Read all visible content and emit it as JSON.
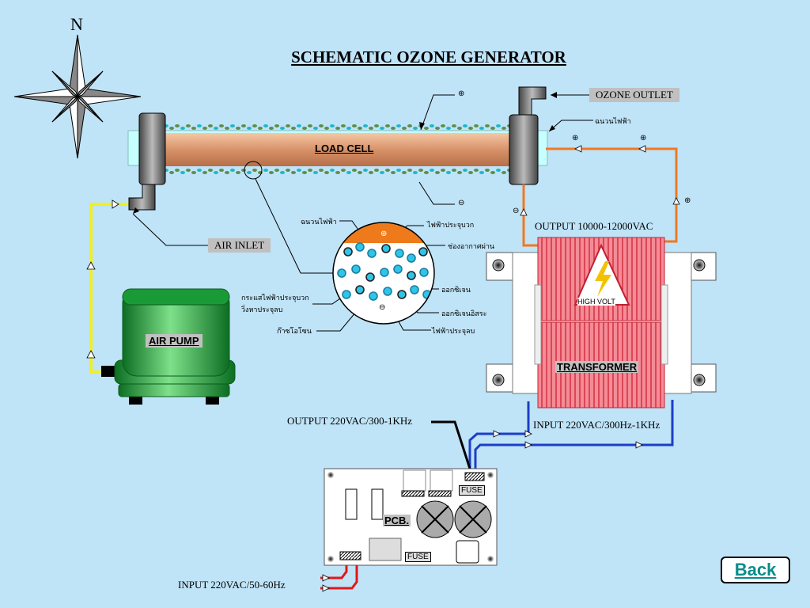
{
  "title": "SCHEMATIC OZONE GENERATOR",
  "compass": {
    "north_label": "N"
  },
  "load_cell": {
    "label": "LOAD CELL"
  },
  "ozone_outlet": {
    "label": "OZONE OUTLET"
  },
  "air_inlet": {
    "label": "AIR INLET"
  },
  "air_pump": {
    "label": "AIR PUMP"
  },
  "transformer": {
    "label": "TRANSFORMER",
    "output_label": "OUTPUT 10000-12000VAC",
    "input_label": "INPUT 220VAC/300Hz-1KHz",
    "warning_label": "HIGH VOLT"
  },
  "pcb": {
    "label": "PCB.",
    "fuse_labels": [
      "FUSE",
      "FUSE"
    ],
    "output_label": "OUTPUT 220VAC/300-1KHz",
    "input_label": "INPUT 220VAC/50-60Hz"
  },
  "detail_labels": {
    "insulator": "ฉนวนไฟฟ้า",
    "insulator_right": "ฉนวนไฟฟ้า",
    "positive_charge": "ไฟฟ้าประจุบวก",
    "air_gap": "ช่องอากาศผ่าน",
    "oxygen": "ออกซิเจน",
    "free_oxygen": "ออกซิเจนอิสระ",
    "negative_charge": "ไฟฟ้าประจุลบ",
    "ozone_gas": "ก๊าซโอโซน",
    "current_line1": "กระแสไฟฟ้าประจุบวก",
    "current_line2": "วิ่งหาประจุลบ"
  },
  "signs": {
    "plus": "⊕",
    "minus": "⊖"
  },
  "back_button": {
    "label": "Back"
  },
  "colors": {
    "background": "#bfe3f7",
    "hv_wire": "#f07820",
    "air_hose": "#f0f020",
    "supply_wire_blue": "#1c3ec8",
    "mains_wire": "#e01818",
    "pump": "#1f9a3a",
    "coil": "#f06878",
    "tube": "#dc9a6c"
  }
}
